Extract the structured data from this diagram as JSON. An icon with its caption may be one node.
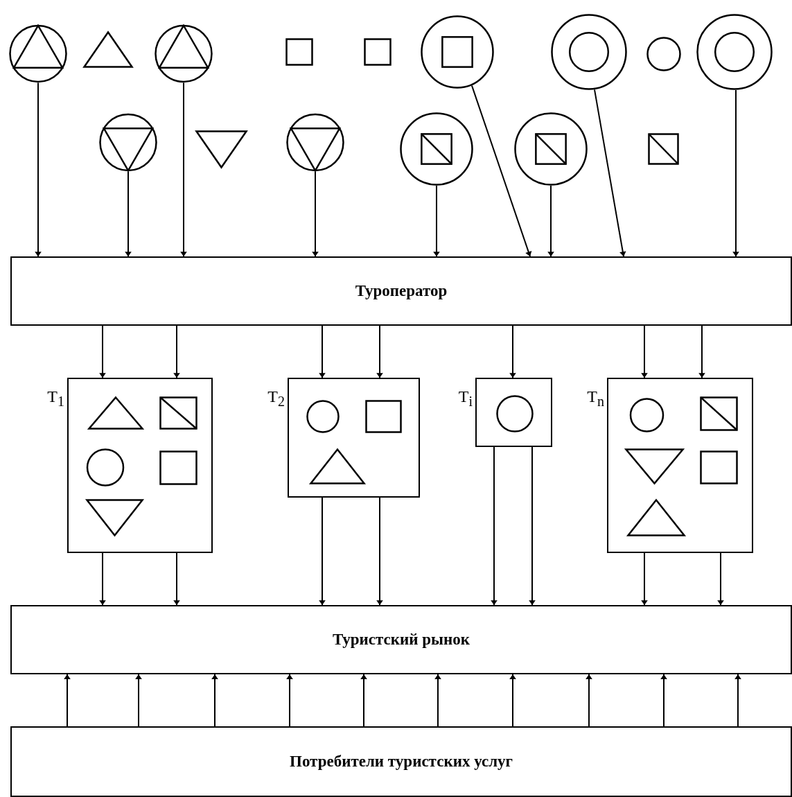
{
  "diagram": {
    "nodes": [
      {
        "text": [],
        "shape": "circled-triangle"
      },
      {
        "text": [],
        "shape": "triangle"
      },
      {
        "text": [],
        "shape": "circled-triangle"
      },
      {
        "text": [],
        "shape": "box"
      },
      {
        "text": [],
        "shape": "box"
      },
      {
        "text": [],
        "shape": "circled-box"
      },
      {
        "text": [],
        "shape": "double-circle"
      },
      {
        "text": [],
        "shape": "circle"
      },
      {
        "text": [],
        "shape": "double-circle"
      },
      {
        "text": [],
        "shape": "circled-inverted-triangle"
      },
      {
        "text": [],
        "shape": "inverted-triangle"
      },
      {
        "text": [],
        "shape": "circled-inverted-triangle"
      },
      {
        "text": [],
        "shape": "circled-crossed-box"
      },
      {
        "text": [],
        "shape": "circled-crossed-box"
      },
      {
        "text": [],
        "shape": "crossed-box"
      },
      {
        "text": [
          "Туроператор"
        ]
      },
      {
        "text": [
          "T$_{1}$"
        ]
      },
      {
        "text": [],
        "shape": "triangle",
        "in": 16
      },
      {
        "text": [],
        "shape": "crossed-box",
        "in": 16
      },
      {
        "text": [],
        "shape": "circle",
        "in": 16
      },
      {
        "text": [],
        "shape": "box",
        "in": 16
      },
      {
        "text": [],
        "shape": "inverted-triangle",
        "in": 16
      },
      {
        "text": [
          "T$_{2}$"
        ]
      },
      {
        "text": [],
        "shape": "circle",
        "in": 22
      },
      {
        "text": [],
        "shape": "box",
        "in": 22
      },
      {
        "text": [],
        "shape": "triangle",
        "in": 22
      },
      {
        "text": [
          "T$_{i}$"
        ]
      },
      {
        "text": [],
        "shape": "circle",
        "in": 26
      },
      {
        "text": [
          "T$_{n}$"
        ]
      },
      {
        "text": [],
        "shape": "circle",
        "in": 28
      },
      {
        "text": [],
        "shape": "crossed-box",
        "in": 28
      },
      {
        "text": [],
        "shape": "inverted-triangle",
        "in": 28
      },
      {
        "text": [],
        "shape": "box",
        "in": 28
      },
      {
        "text": [],
        "shape": "triangle",
        "in": 28
      },
      {
        "text": [
          "Туристский рынок"
        ]
      },
      {
        "text": [
          "Потребители туристских услуг"
        ]
      }
    ],
    "edges": [
      {
        "from": 0,
        "to": 15,
        "arrow": "to"
      },
      {
        "from": 9,
        "to": 15,
        "arrow": "to"
      },
      {
        "from": 2,
        "to": 15,
        "arrow": "to"
      },
      {
        "from": 11,
        "to": 15,
        "arrow": "to"
      },
      {
        "from": 12,
        "to": 15,
        "arrow": "to"
      },
      {
        "from": 5,
        "to": 15,
        "arrow": "to"
      },
      {
        "from": 13,
        "to": 15,
        "arrow": "to"
      },
      {
        "from": 6,
        "to": 15,
        "arrow": "to"
      },
      {
        "from": 8,
        "to": 15,
        "arrow": "to"
      },
      {
        "from": 15,
        "to": 16,
        "arrow": "to"
      },
      {
        "from": 15,
        "to": 16,
        "arrow": "to"
      },
      {
        "from": 15,
        "to": 22,
        "arrow": "to"
      },
      {
        "from": 15,
        "to": 22,
        "arrow": "to"
      },
      {
        "from": 15,
        "to": 26,
        "arrow": "to"
      },
      {
        "from": 15,
        "to": 28,
        "arrow": "to"
      },
      {
        "from": 15,
        "to": 28,
        "arrow": "to"
      },
      {
        "from": 16,
        "to": 34,
        "arrow": "to"
      },
      {
        "from": 16,
        "to": 34,
        "arrow": "to"
      },
      {
        "from": 22,
        "to": 34,
        "arrow": "to"
      },
      {
        "from": 22,
        "to": 34,
        "arrow": "to"
      },
      {
        "from": 26,
        "to": 34,
        "arrow": "to"
      },
      {
        "from": 26,
        "to": 34,
        "arrow": "to"
      },
      {
        "from": 28,
        "to": 34,
        "arrow": "to"
      },
      {
        "from": 28,
        "to": 34,
        "arrow": "to"
      },
      {
        "from": 35,
        "to": 34,
        "arrow": "to"
      },
      {
        "from": 35,
        "to": 34,
        "arrow": "to"
      },
      {
        "from": 35,
        "to": 34,
        "arrow": "to"
      },
      {
        "from": 35,
        "to": 34,
        "arrow": "to"
      },
      {
        "from": 35,
        "to": 34,
        "arrow": "to"
      },
      {
        "from": 35,
        "to": 34,
        "arrow": "to"
      },
      {
        "from": 35,
        "to": 34,
        "arrow": "to"
      },
      {
        "from": 35,
        "to": 34,
        "arrow": "to"
      },
      {
        "from": 35,
        "to": 34,
        "arrow": "to"
      },
      {
        "from": 35,
        "to": 34,
        "arrow": "to"
      }
    ]
  }
}
